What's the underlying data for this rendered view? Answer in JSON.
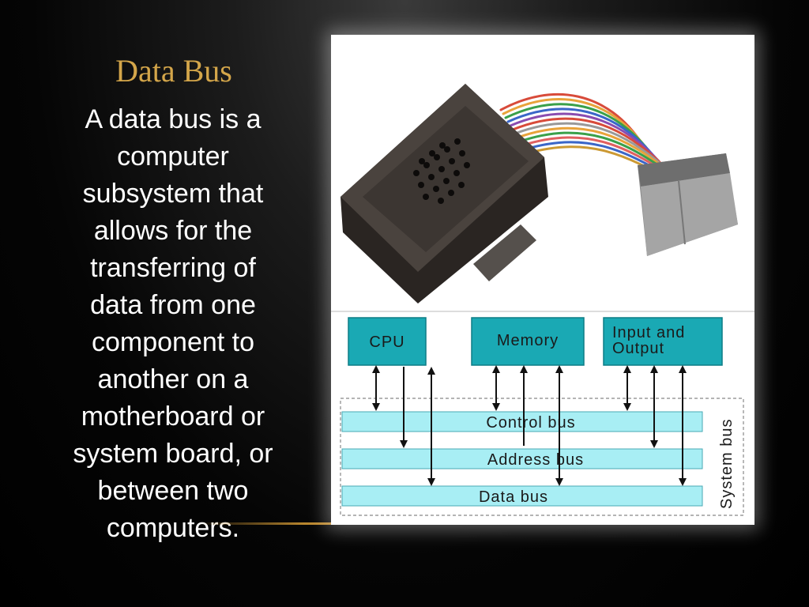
{
  "slide": {
    "title": "Data Bus",
    "body": "A data bus is a\ncomputer\nsubsystem that\nallows for the\ntransferring of\ndata from one\ncomponent to\nanother on a\nmotherboard or\nsystem board, or\nbetween two\ncomputers."
  },
  "diagram": {
    "cpu_label": "CPU",
    "memory_label": "Memory",
    "io_label_line1": "Input and",
    "io_label_line2": "Output",
    "control_bus_label": "Control bus",
    "address_bus_label": "Address bus",
    "data_bus_label": "Data bus",
    "system_bus_label": "System bus"
  },
  "colors": {
    "title": "#d4a64a",
    "component_box": "#1aa9b4",
    "bus_bar": "#a8eef4",
    "rule": "#b8862e"
  },
  "icons": [
    "data-bus-device-photo",
    "arrow-icons"
  ]
}
